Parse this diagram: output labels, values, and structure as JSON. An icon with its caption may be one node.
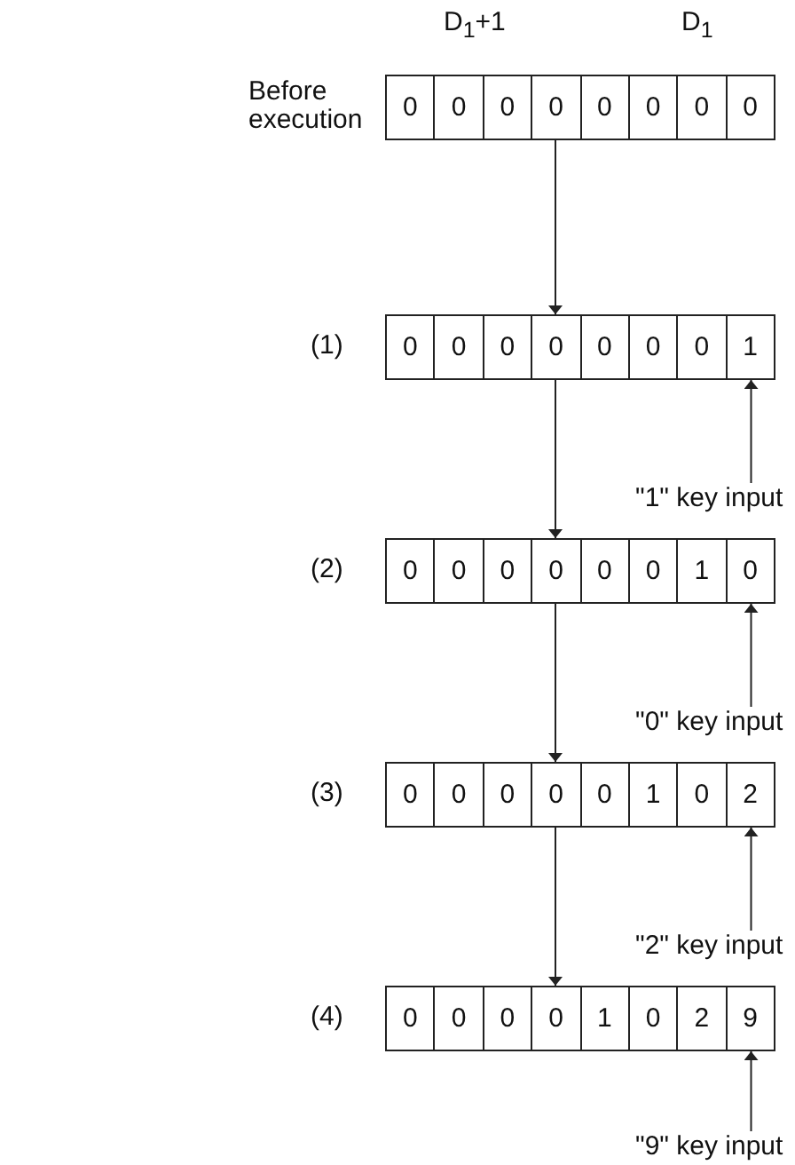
{
  "diagram": {
    "nodes": [
      {
        "text": [],
        "shape": "box",
        "beside": [
          "Before execution"
        ]
      },
      {
        "text": [
          "0"
        ],
        "in": 0
      },
      {
        "text": [
          "0"
        ],
        "in": 0
      },
      {
        "text": [
          "0"
        ],
        "in": 0
      },
      {
        "text": [
          "0"
        ],
        "in": 0
      },
      {
        "text": [
          "0"
        ],
        "in": 0
      },
      {
        "text": [
          "0"
        ],
        "in": 0
      },
      {
        "text": [
          "0"
        ],
        "in": 0
      },
      {
        "text": [
          "0"
        ],
        "in": 0
      },
      {
        "text": [],
        "shape": "box",
        "beside": [
          "(1)"
        ]
      },
      {
        "text": [
          "0"
        ],
        "in": 9
      },
      {
        "text": [
          "0"
        ],
        "in": 9
      },
      {
        "text": [
          "0"
        ],
        "in": 9
      },
      {
        "text": [
          "0"
        ],
        "in": 9
      },
      {
        "text": [
          "0"
        ],
        "in": 9
      },
      {
        "text": [
          "0"
        ],
        "in": 9
      },
      {
        "text": [
          "0"
        ],
        "in": 9
      },
      {
        "text": [
          "1"
        ],
        "in": 9
      },
      {
        "text": [],
        "shape": "box",
        "beside": [
          "(2)"
        ]
      },
      {
        "text": [
          "0"
        ],
        "in": 18
      },
      {
        "text": [
          "0"
        ],
        "in": 18
      },
      {
        "text": [
          "0"
        ],
        "in": 18
      },
      {
        "text": [
          "0"
        ],
        "in": 18
      },
      {
        "text": [
          "0"
        ],
        "in": 18
      },
      {
        "text": [
          "0"
        ],
        "in": 18
      },
      {
        "text": [
          "1"
        ],
        "in": 18
      },
      {
        "text": [
          "0"
        ],
        "in": 18
      },
      {
        "text": [],
        "shape": "box",
        "beside": [
          "(3)"
        ]
      },
      {
        "text": [
          "0"
        ],
        "in": 27
      },
      {
        "text": [
          "0"
        ],
        "in": 27
      },
      {
        "text": [
          "0"
        ],
        "in": 27
      },
      {
        "text": [
          "0"
        ],
        "in": 27
      },
      {
        "text": [
          "0"
        ],
        "in": 27
      },
      {
        "text": [
          "1"
        ],
        "in": 27
      },
      {
        "text": [
          "0"
        ],
        "in": 27
      },
      {
        "text": [
          "2"
        ],
        "in": 27
      },
      {
        "text": [],
        "shape": "box",
        "beside": [
          "(4)"
        ]
      },
      {
        "text": [
          "0"
        ],
        "in": 36
      },
      {
        "text": [
          "0"
        ],
        "in": 36
      },
      {
        "text": [
          "0"
        ],
        "in": 36
      },
      {
        "text": [
          "0"
        ],
        "in": 36
      },
      {
        "text": [
          "1"
        ],
        "in": 36
      },
      {
        "text": [
          "0"
        ],
        "in": 36
      },
      {
        "text": [
          "2"
        ],
        "in": 36
      },
      {
        "text": [
          "9"
        ],
        "in": 36
      },
      {
        "text": [
          "\"1\" key input"
        ]
      },
      {
        "text": [
          "\"0\" key input"
        ]
      },
      {
        "text": [
          "\"2\" key input"
        ]
      },
      {
        "text": [
          "\"9\" key input"
        ]
      }
    ],
    "edges": [
      {
        "from": 0,
        "to": 9,
        "arrow": "to"
      },
      {
        "from": 45,
        "to": 17,
        "arrow": "to"
      },
      {
        "from": 9,
        "to": 18,
        "arrow": "to"
      },
      {
        "from": 46,
        "to": 26,
        "arrow": "to"
      },
      {
        "from": 18,
        "to": 27,
        "arrow": "to"
      },
      {
        "from": 47,
        "to": 35,
        "arrow": "to"
      },
      {
        "from": 27,
        "to": 36,
        "arrow": "to"
      },
      {
        "from": 48,
        "to": 44,
        "arrow": "to"
      }
    ],
    "labels": [
      "D$_{1}$+1",
      "D$_{1}$"
    ]
  }
}
